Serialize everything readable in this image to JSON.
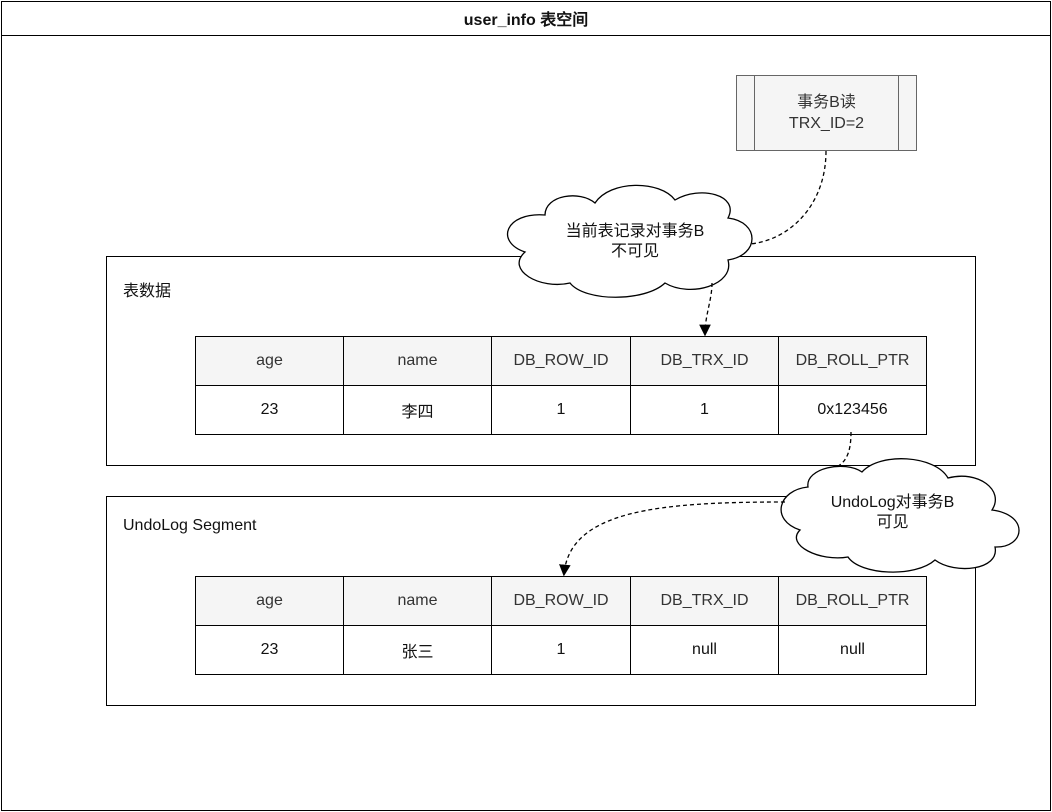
{
  "title": "user_info 表空间",
  "transaction": {
    "line1": "事务B读",
    "line2": "TRX_ID=2"
  },
  "cloud_top": {
    "line1": "当前表记录对事务B",
    "line2": "不可见"
  },
  "cloud_bottom": {
    "line1": "UndoLog对事务B",
    "line2": "可见"
  },
  "table_data": {
    "label": "表数据",
    "headers": [
      "age",
      "name",
      "DB_ROW_ID",
      "DB_TRX_ID",
      "DB_ROLL_PTR"
    ],
    "row": [
      "23",
      "李四",
      "1",
      "1",
      "0x123456"
    ]
  },
  "undo_log": {
    "label": "UndoLog Segment",
    "headers": [
      "age",
      "name",
      "DB_ROW_ID",
      "DB_TRX_ID",
      "DB_ROLL_PTR"
    ],
    "row": [
      "23",
      "张三",
      "1",
      "null",
      "null"
    ]
  }
}
